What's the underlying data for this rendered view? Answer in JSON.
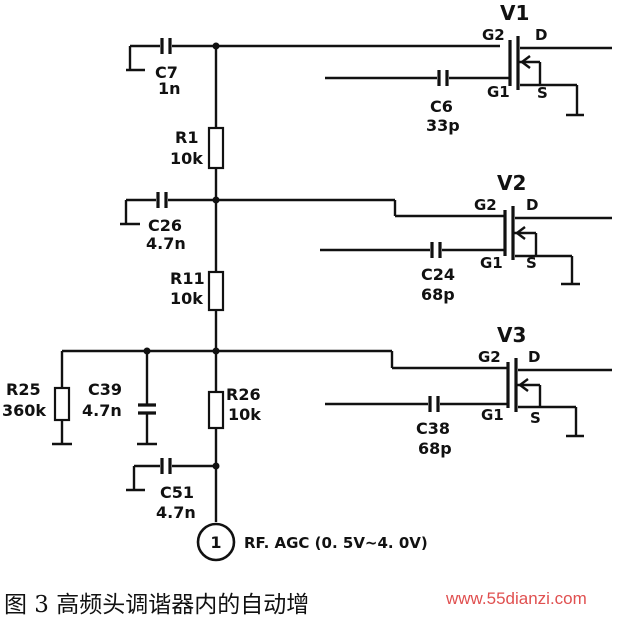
{
  "transistors": [
    {
      "name": "V1",
      "g2": "G2",
      "g1": "G1",
      "d": "D",
      "s": "S"
    },
    {
      "name": "V2",
      "g2": "G2",
      "g1": "G1",
      "d": "D",
      "s": "S"
    },
    {
      "name": "V3",
      "g2": "G2",
      "g1": "G1",
      "d": "D",
      "s": "S"
    }
  ],
  "components": {
    "c7": {
      "ref": "C7",
      "value": "1n"
    },
    "c6": {
      "ref": "C6",
      "value": "33p"
    },
    "r1": {
      "ref": "R1",
      "value": "10k"
    },
    "c26": {
      "ref": "C26",
      "value": "4.7n"
    },
    "c24": {
      "ref": "C24",
      "value": "68p"
    },
    "r11": {
      "ref": "R11",
      "value": "10k"
    },
    "r25": {
      "ref": "R25",
      "value": "360k"
    },
    "c39": {
      "ref": "C39",
      "value": "4.7n"
    },
    "r26": {
      "ref": "R26",
      "value": "10k"
    },
    "c38": {
      "ref": "C38",
      "value": "68p"
    },
    "c51": {
      "ref": "C51",
      "value": "4.7n"
    }
  },
  "terminal": {
    "number": "1",
    "label": "RF. AGC (0. 5V~4. 0V)"
  },
  "caption": "图 3   高频头调谐器内的自动增",
  "watermark": "www.55dianzi.com"
}
